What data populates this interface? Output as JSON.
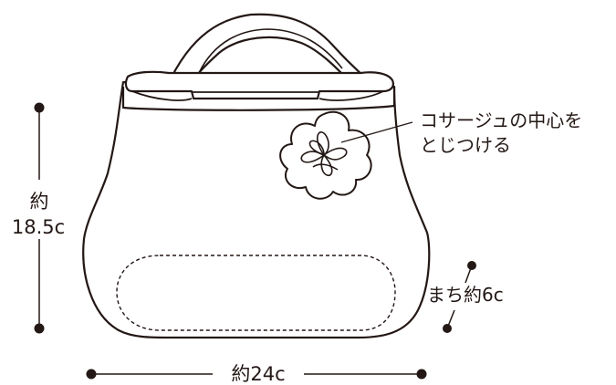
{
  "annotation": {
    "line1": "コサージュの中心を",
    "line2": "とじつける"
  },
  "height_label": {
    "line1": "約",
    "line2": "18.5c"
  },
  "gusset_label": "まち約6c",
  "width_label": "約24c",
  "colors": {
    "ink": "#231815",
    "paper": "#ffffff"
  }
}
